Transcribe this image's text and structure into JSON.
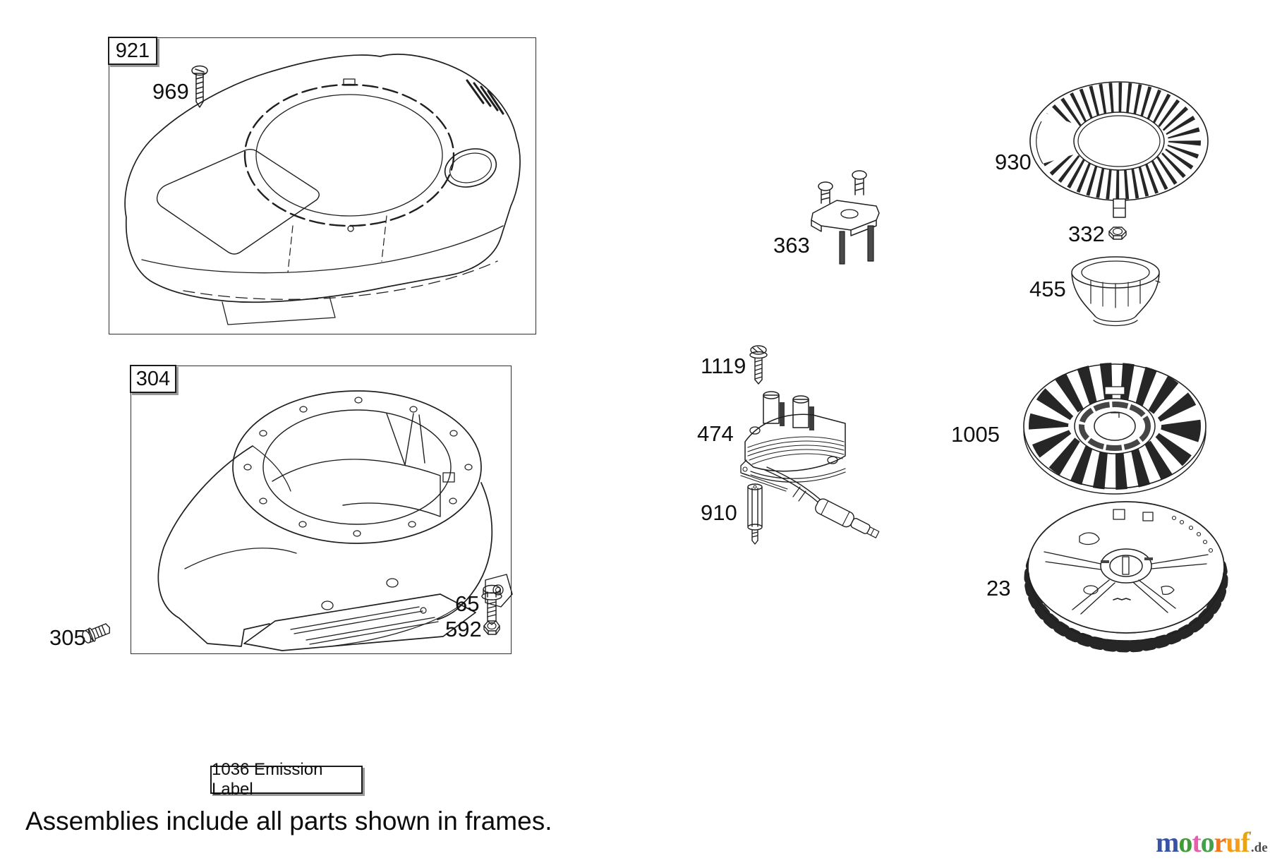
{
  "labels": {
    "p921": "921",
    "p969": "969",
    "p304": "304",
    "p305": "305",
    "p65": "65",
    "p592": "592",
    "p363": "363",
    "p1119": "1119",
    "p474": "474",
    "p910": "910",
    "p930": "930",
    "p332": "332",
    "p455": "455",
    "p1005": "1005",
    "p23": "23",
    "emission": "1036 Emission Label",
    "caption": "Assemblies include all parts shown in frames."
  },
  "line_color": "#1f1f1f",
  "logo": {
    "letters": [
      {
        "ch": "m",
        "color": "#3853a4"
      },
      {
        "ch": "o",
        "color": "#3f9c35"
      },
      {
        "ch": "t",
        "color": "#e85eae"
      },
      {
        "ch": "o",
        "color": "#43a04c"
      },
      {
        "ch": "r",
        "color": "#ee7621"
      },
      {
        "ch": "u",
        "color": "#f59c1b"
      },
      {
        "ch": "f",
        "color": "#e8a417"
      }
    ],
    "tick": "'",
    "suffix": ".de",
    "suffix_color": "#4d4d4d"
  }
}
